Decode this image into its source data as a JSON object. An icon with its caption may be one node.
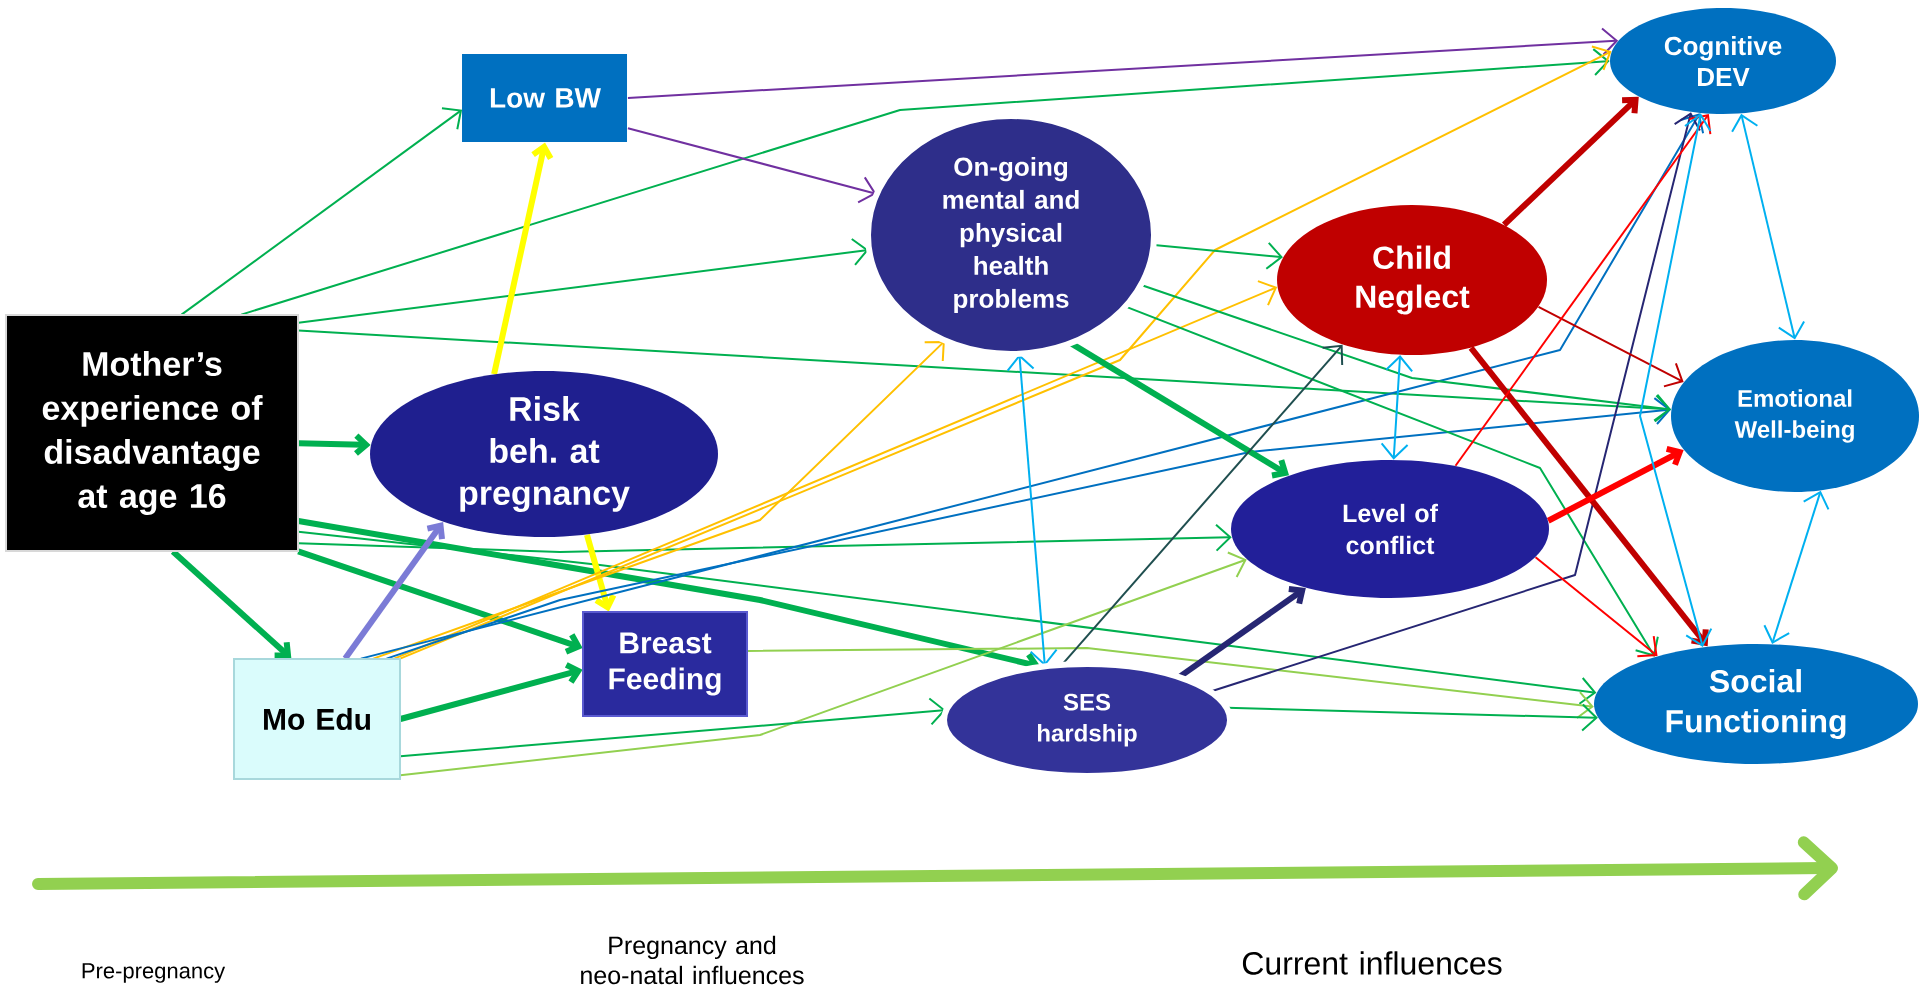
{
  "diagram": {
    "nodes": [
      {
        "text": [
          "Mother’s experience of disadvantage at age 16"
        ]
      },
      {
        "text": [
          "Low BW"
        ]
      },
      {
        "text": [
          "On-going mental and physical health problems"
        ]
      },
      {
        "text": [
          "Risk beh. at pregnancy"
        ]
      },
      {
        "text": [
          "Child Neglect"
        ]
      },
      {
        "text": [
          "Cognitive DEV"
        ]
      },
      {
        "text": [
          "Emotional Well-being"
        ]
      },
      {
        "text": [
          "Level of conflict"
        ]
      },
      {
        "text": [
          "Breast Feeding"
        ]
      },
      {
        "text": [
          "Mo Edu"
        ]
      },
      {
        "text": [
          "SES hardship"
        ]
      },
      {
        "text": [
          "Social Functioning"
        ]
      }
    ],
    "edges": [
      {
        "from": 0,
        "to": 1,
        "arrow": "to"
      },
      {
        "from": 0,
        "to": 5,
        "arrow": "to"
      },
      {
        "from": 0,
        "to": 2,
        "arrow": "to"
      },
      {
        "from": 0,
        "to": 3,
        "arrow": "to",
        "style": "thick"
      },
      {
        "from": 0,
        "to": 6,
        "arrow": "to"
      },
      {
        "from": 0,
        "to": 7,
        "arrow": "to"
      },
      {
        "from": 0,
        "to": 11,
        "arrow": "to"
      },
      {
        "from": 0,
        "to": 10,
        "arrow": "to",
        "style": "thick"
      },
      {
        "from": 0,
        "to": 8,
        "arrow": "to",
        "style": "thick"
      },
      {
        "from": 0,
        "to": 9,
        "arrow": "to",
        "style": "thick"
      },
      {
        "from": 1,
        "to": 5,
        "arrow": "to",
        "color": "#7030a0"
      },
      {
        "from": 1,
        "to": 2,
        "arrow": "to",
        "color": "#7030a0"
      },
      {
        "from": 3,
        "to": 1,
        "arrow": "to",
        "style": "thick",
        "color": "#ffff00"
      },
      {
        "from": 3,
        "to": 8,
        "arrow": "to",
        "style": "thick",
        "color": "#ffff00"
      },
      {
        "from": 9,
        "to": 3,
        "arrow": "to",
        "style": "thick",
        "color": "#7b7bd6"
      },
      {
        "from": 9,
        "to": 8,
        "arrow": "to",
        "style": "thick"
      },
      {
        "from": 9,
        "to": 2,
        "arrow": "to",
        "color": "#ffc000"
      },
      {
        "from": 9,
        "to": 4,
        "arrow": "to",
        "color": "#ffc000"
      },
      {
        "from": 9,
        "to": 5,
        "arrow": "to",
        "color": "#ffc000"
      },
      {
        "from": 9,
        "to": 5,
        "arrow": "to",
        "color": "#0070c0"
      },
      {
        "from": 9,
        "to": 6,
        "arrow": "to",
        "color": "#0070c0"
      },
      {
        "from": 9,
        "to": 7,
        "arrow": "to",
        "color": "#92d050"
      },
      {
        "from": 9,
        "to": 10,
        "arrow": "to"
      },
      {
        "from": 8,
        "to": 11,
        "arrow": "to",
        "color": "#92d050"
      },
      {
        "from": 2,
        "to": 4,
        "arrow": "to"
      },
      {
        "from": 2,
        "to": 6,
        "arrow": "to"
      },
      {
        "from": 2,
        "to": 7,
        "arrow": "to",
        "style": "thick"
      },
      {
        "from": 2,
        "to": 11,
        "arrow": "to"
      },
      {
        "from": 2,
        "to": 10,
        "arrow": "both",
        "color": "#00b0f0"
      },
      {
        "from": 10,
        "to": 4,
        "arrow": "to",
        "color": "#1f4e4f"
      },
      {
        "from": 10,
        "to": 5,
        "arrow": "to",
        "color": "#262673"
      },
      {
        "from": 10,
        "to": 7,
        "arrow": "to",
        "style": "thick",
        "color": "#262673"
      },
      {
        "from": 10,
        "to": 11,
        "arrow": "to"
      },
      {
        "from": 4,
        "to": 7,
        "arrow": "both",
        "color": "#00b0f0"
      },
      {
        "from": 4,
        "to": 5,
        "arrow": "to",
        "style": "thick",
        "color": "#c00000"
      },
      {
        "from": 4,
        "to": 6,
        "arrow": "to",
        "color": "#c00000"
      },
      {
        "from": 4,
        "to": 11,
        "arrow": "to",
        "style": "thick",
        "color": "#c00000"
      },
      {
        "from": 7,
        "to": 5,
        "arrow": "to",
        "color": "#ff0000"
      },
      {
        "from": 7,
        "to": 6,
        "arrow": "to",
        "style": "thick",
        "color": "#ff0000"
      },
      {
        "from": 7,
        "to": 11,
        "arrow": "to",
        "color": "#ff0000"
      },
      {
        "from": 5,
        "to": 6,
        "arrow": "both",
        "color": "#00b0f0"
      },
      {
        "from": 5,
        "to": 11,
        "arrow": "both",
        "color": "#00b0f0"
      },
      {
        "from": 6,
        "to": 11,
        "arrow": "both",
        "color": "#00b0f0"
      }
    ],
    "labels": [
      "Pregnancy and neo-natal influences",
      "Pre-pregnancy",
      "Current influences"
    ]
  }
}
